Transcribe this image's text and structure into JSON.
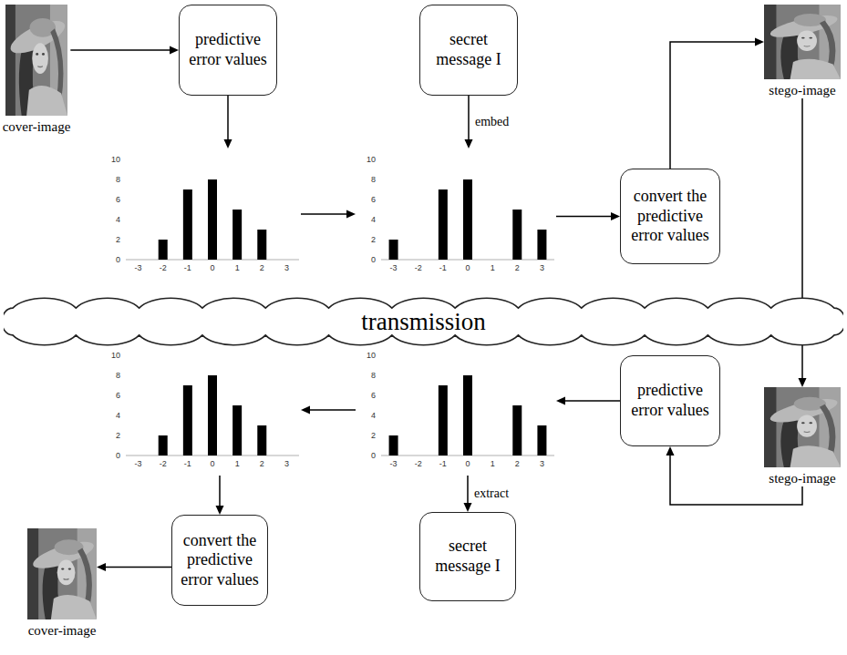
{
  "diagram": {
    "nodes": [
      {
        "text": [
          "cover-image"
        ]
      },
      {
        "text": [
          "predictive error values"
        ]
      },
      {
        "text": [
          "secret message I"
        ]
      },
      {
        "text": [
          "stego-image"
        ]
      },
      {
        "text": [
          "10",
          "8",
          "6",
          "4",
          "2",
          "0",
          "-3",
          "-2",
          "-1",
          "0",
          "1",
          "2",
          "3"
        ]
      },
      {
        "text": [
          "10",
          "8",
          "6",
          "4",
          "2",
          "0",
          "-3",
          "-2",
          "-1",
          "0",
          "1",
          "2",
          "3"
        ]
      },
      {
        "text": [
          "convert the predictive error values"
        ]
      },
      {
        "text": [
          "transmission"
        ]
      },
      {
        "text": [
          "predictive error values"
        ]
      },
      {
        "text": [
          "stego-image"
        ]
      },
      {
        "text": [
          "10",
          "8",
          "6",
          "4",
          "2",
          "0",
          "-3",
          "-2",
          "-1",
          "0",
          "1",
          "2",
          "3"
        ]
      },
      {
        "text": [
          "10",
          "8",
          "6",
          "4",
          "2",
          "0",
          "-3",
          "-2",
          "-1",
          "0",
          "1",
          "2",
          "3"
        ]
      },
      {
        "text": [
          "cover-image"
        ]
      },
      {
        "text": [
          "convert the predictive error values"
        ]
      },
      {
        "text": [
          "secret message I"
        ]
      }
    ],
    "edges": [
      {
        "from": 0,
        "to": 1,
        "arrow": "to"
      },
      {
        "from": 1,
        "to": 4,
        "arrow": "to"
      },
      {
        "from": 2,
        "to": 5,
        "label": "embed",
        "arrow": "to"
      },
      {
        "from": 4,
        "to": 5,
        "arrow": "to"
      },
      {
        "from": 5,
        "to": 6,
        "arrow": "to"
      },
      {
        "from": 6,
        "to": 3,
        "arrow": "to"
      },
      {
        "from": 3,
        "to": 9,
        "arrow": "to"
      },
      {
        "from": 9,
        "to": 8,
        "arrow": "to"
      },
      {
        "from": 8,
        "to": 11,
        "arrow": "to"
      },
      {
        "from": 11,
        "to": 10,
        "arrow": "to"
      },
      {
        "from": 11,
        "to": 14,
        "label": "extract",
        "arrow": "to"
      },
      {
        "from": 10,
        "to": 13,
        "arrow": "to"
      },
      {
        "from": 13,
        "to": 12,
        "arrow": "to"
      }
    ]
  }
}
